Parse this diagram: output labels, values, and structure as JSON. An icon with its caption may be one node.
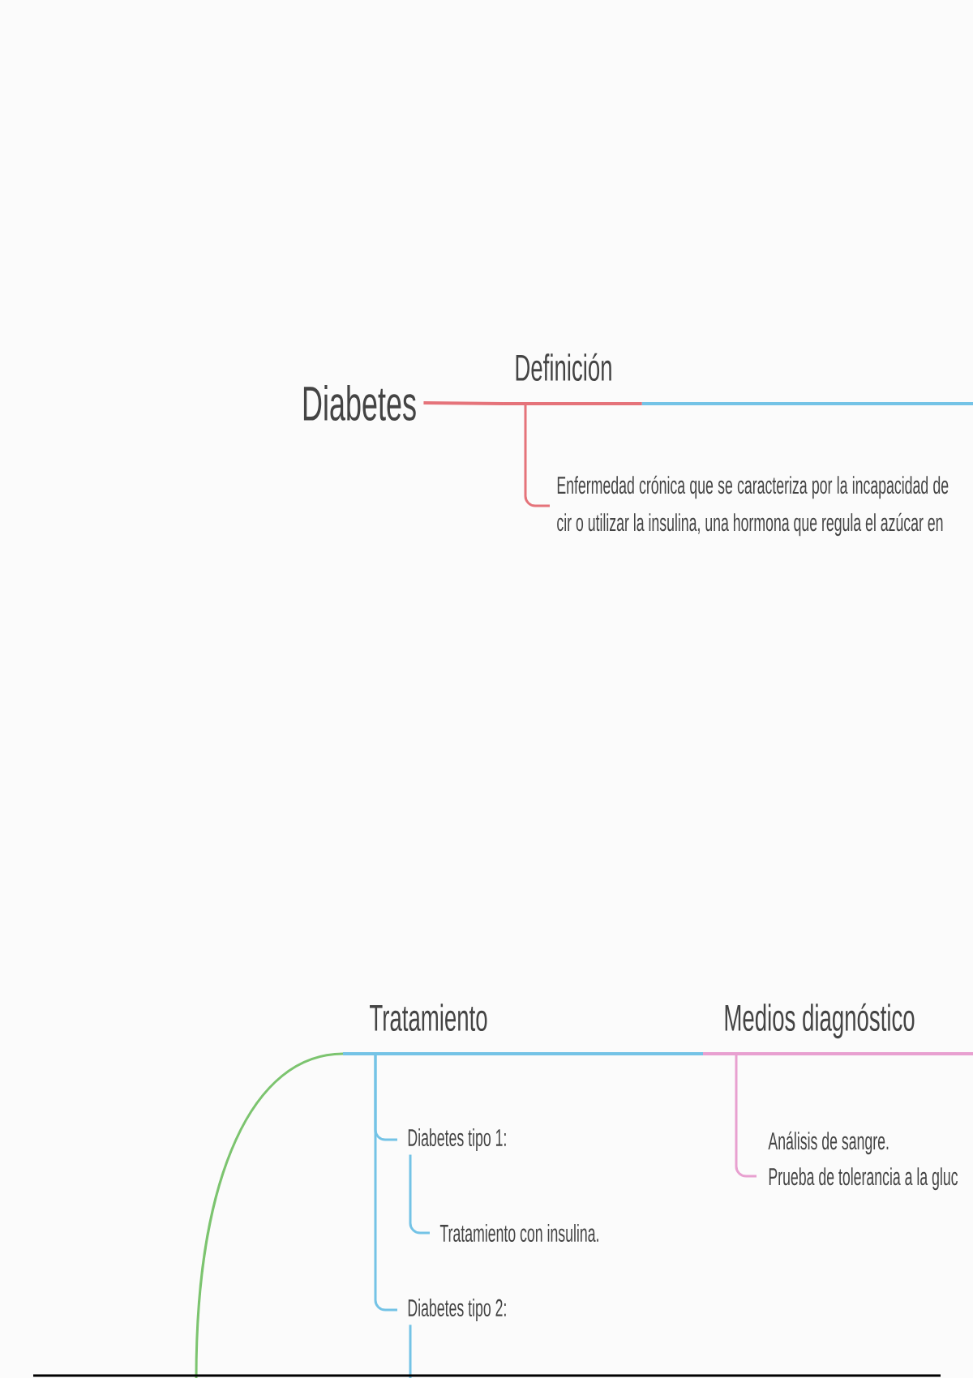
{
  "diagram": {
    "nodes": [
      {
        "text": [
          "Diabetes"
        ]
      },
      {
        "text": [
          "Definición"
        ]
      },
      {
        "text": [
          "Enfermedad crónica que se caracteriza por la incapacidad de cir o utilizar la insulina, una hormona que regula el azúcar en"
        ]
      },
      {
        "text": [
          "Tratamiento"
        ]
      },
      {
        "text": [
          "Diabetes tipo 1:"
        ]
      },
      {
        "text": [
          "Tratamiento con insulina."
        ]
      },
      {
        "text": [
          "Diabetes tipo 2:"
        ]
      },
      {
        "text": [
          "Medios diagnóstico"
        ]
      },
      {
        "text": [
          "Análisis de sangre.",
          "Prueba de tolerancia a la gluc"
        ]
      }
    ],
    "edges": [
      {
        "from": 0,
        "to": 1,
        "arrow": "none",
        "color": "#e5737a"
      },
      {
        "from": 1,
        "to": null,
        "arrow": "none"
      },
      {
        "from": 1,
        "to": 2,
        "arrow": "none",
        "color": "#e5737a"
      },
      {
        "from": null,
        "to": 3,
        "arrow": "none",
        "color": "#7cc46f"
      },
      {
        "from": 3,
        "to": 4,
        "arrow": "none"
      },
      {
        "from": 4,
        "to": 5,
        "arrow": "none"
      },
      {
        "from": 3,
        "to": 6,
        "arrow": "none"
      },
      {
        "from": 6,
        "to": null,
        "arrow": "none"
      },
      {
        "from": 7,
        "to": 8,
        "arrow": "none",
        "color": "#e8a0d0"
      }
    ]
  }
}
